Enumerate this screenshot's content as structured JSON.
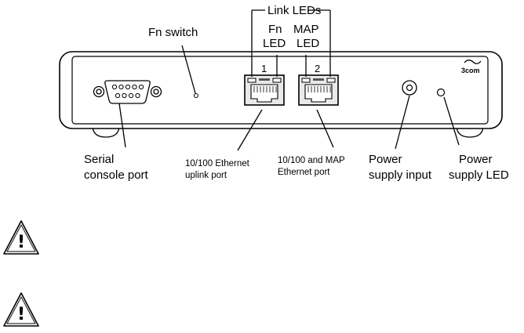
{
  "diagram": {
    "labels": {
      "link_leds": "Link LEDs",
      "fn_switch": "Fn switch",
      "fn_led_line1": "Fn",
      "fn_led_line2": "LED",
      "map_led_line1": "MAP",
      "map_led_line2": "LED",
      "port1_number": "1",
      "port2_number": "2",
      "brand": "3com",
      "serial_line1": "Serial",
      "serial_line2": "console port",
      "uplink_line1": "10/100 Ethernet",
      "uplink_line2": "uplink port",
      "map_port_line1": "10/100 and MAP",
      "map_port_line2": "Ethernet port",
      "power_input_line1": "Power",
      "power_input_line2": "supply input",
      "power_led_line1": "Power",
      "power_led_line2": "supply LED"
    }
  },
  "warnings": {
    "icon_glyph": "!"
  },
  "colors": {
    "line": "#000000",
    "port_fill": "#e9e9e9",
    "background": "#ffffff"
  }
}
